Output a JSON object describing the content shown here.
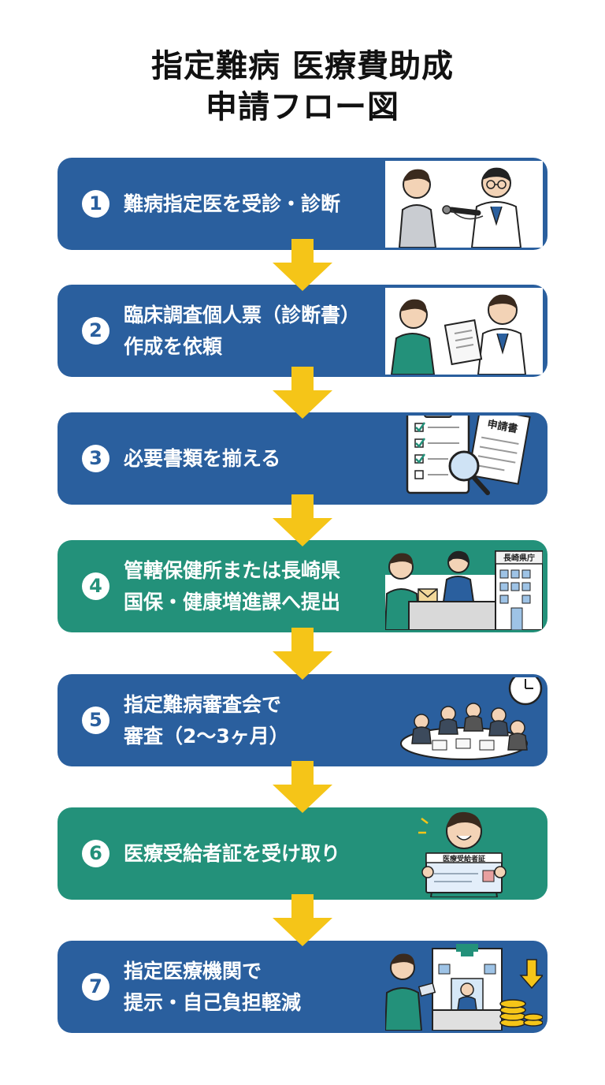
{
  "title": {
    "line1": "指定難病 医療費助成",
    "line2": "申請フロー図"
  },
  "steps": [
    {
      "number": "1",
      "line1": "難病指定医を受診・診断",
      "line2": ""
    },
    {
      "number": "2",
      "line1": "臨床調査個人票（診断書）",
      "line2": "作成を依頼"
    },
    {
      "number": "3",
      "line1": "必要書類を揃える",
      "line2": ""
    },
    {
      "number": "4",
      "line1": "管轄保健所または長崎県",
      "line2": "国保・健康増進課へ提出"
    },
    {
      "number": "5",
      "line1": "指定難病審査会で",
      "line2": "審査（2〜3ヶ月）"
    },
    {
      "number": "6",
      "line1": "医療受給者証を受け取り",
      "line2": ""
    },
    {
      "number": "7",
      "line1": "指定医療機関で",
      "line2": "提示・自己負担軽減"
    }
  ],
  "illustration_labels": {
    "application_form": "申請書",
    "prefectural_office": "長崎県庁",
    "recipient_certificate": "医療受給者証"
  },
  "colors": {
    "blue": "#2a5f9e",
    "green": "#23917a",
    "arrow": "#f5c518",
    "title": "#111111"
  },
  "icons": [
    "doctor-exam-illustration",
    "doctor-document-illustration",
    "clipboard-magnifier-illustration",
    "office-submission-illustration",
    "review-meeting-illustration",
    "certificate-receipt-illustration",
    "hospital-coins-illustration"
  ]
}
